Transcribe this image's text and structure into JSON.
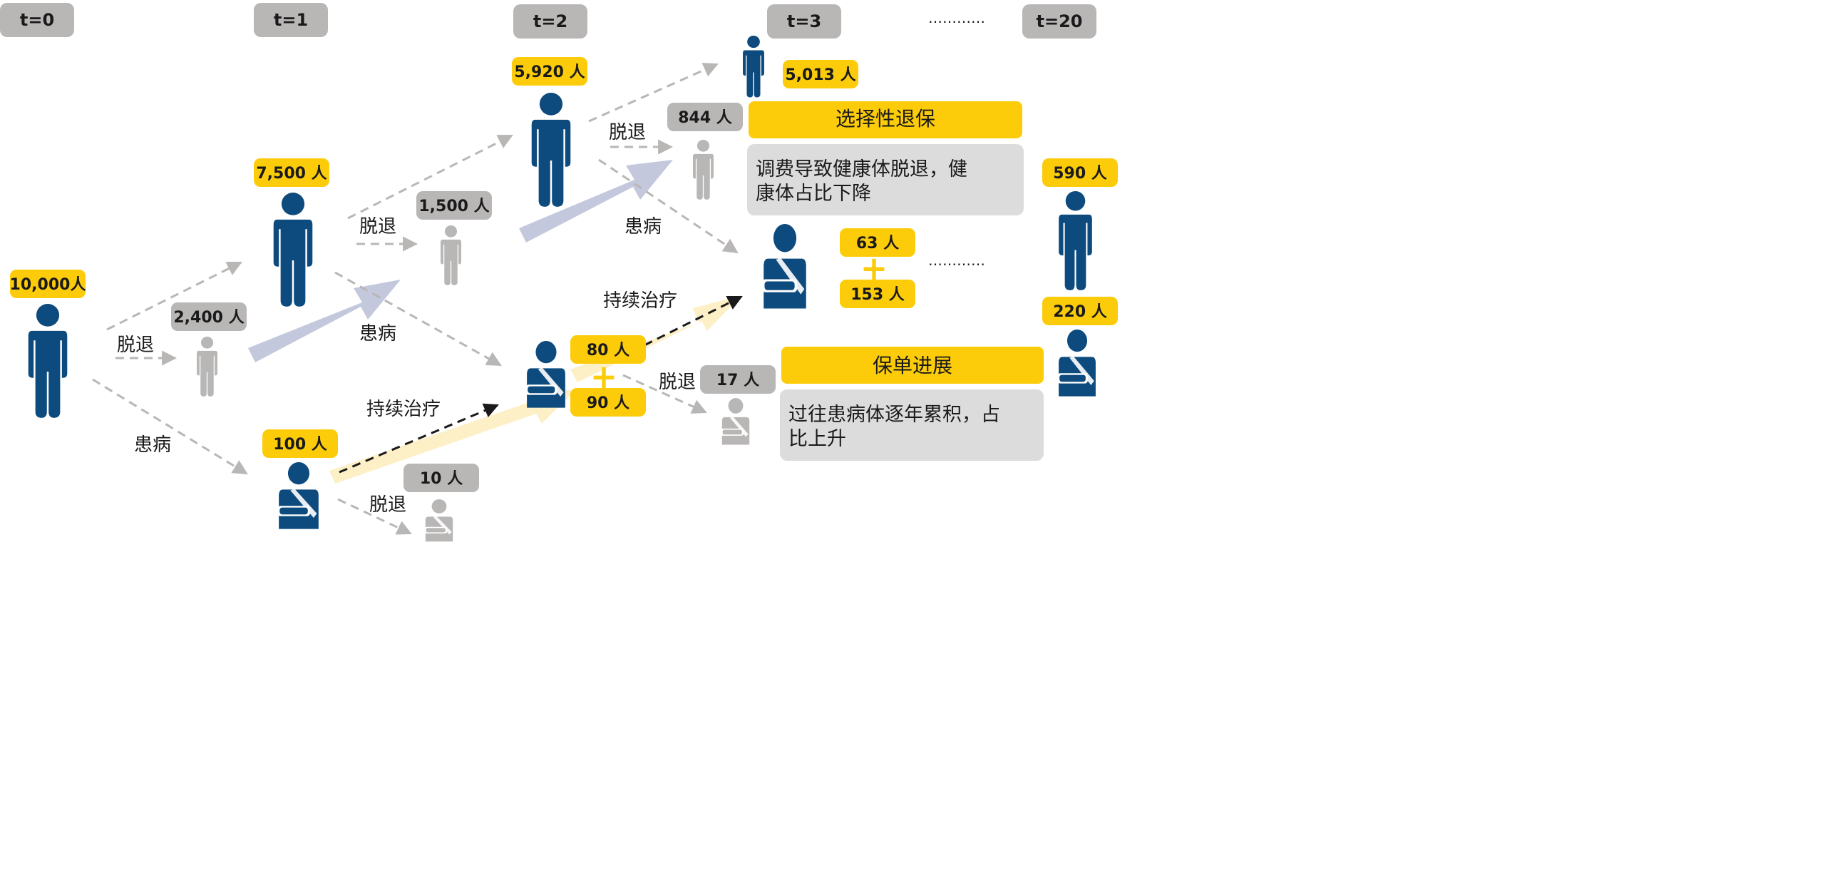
{
  "colors": {
    "navy": "#0d4a7d",
    "gray_figure": "#b9b6b6",
    "gray_box": "#b9b6b6",
    "yellow": "#fccc0a",
    "light_gray_panel": "#dcdcdc",
    "lavender_arrow": "#c4c8dd",
    "cream_arrow": "#fdf0c6",
    "dashed_gray": "#b9b6b6",
    "text_dark": "#1a1a1a"
  },
  "time_labels": {
    "t0": "t=0",
    "t1": "t=1",
    "t2": "t=2",
    "t3": "t=3",
    "t20": "t=20",
    "ellipsis_top": "…………"
  },
  "counts": {
    "c_10000": "10,000人",
    "c_7500": "7,500 人",
    "c_2400": "2,400 人",
    "c_100": "100 人",
    "c_5920": "5,920 人",
    "c_1500": "1,500 人",
    "c_80": "80 人",
    "c_90": "90 人",
    "c_10": "10 人",
    "c_5013": "5,013 人",
    "c_844": "844 人",
    "c_63": "63 人",
    "c_153": "153 人",
    "c_17": "17 人",
    "c_590": "590 人",
    "c_220": "220 人",
    "plus": "+"
  },
  "flow_labels": {
    "lapse": "脱退",
    "sick": "患病",
    "continue_treatment": "持续治疗",
    "ellipsis_mid": "…………"
  },
  "panels": {
    "selective_lapse_title": "选择性退保",
    "selective_lapse_line1": "调费导致健康体脱退，健",
    "selective_lapse_line2": "康体占比下降",
    "policy_progress_title": "保单进展",
    "policy_progress_line1": "过往患病体逐年累积，占",
    "policy_progress_line2": "比上升"
  }
}
